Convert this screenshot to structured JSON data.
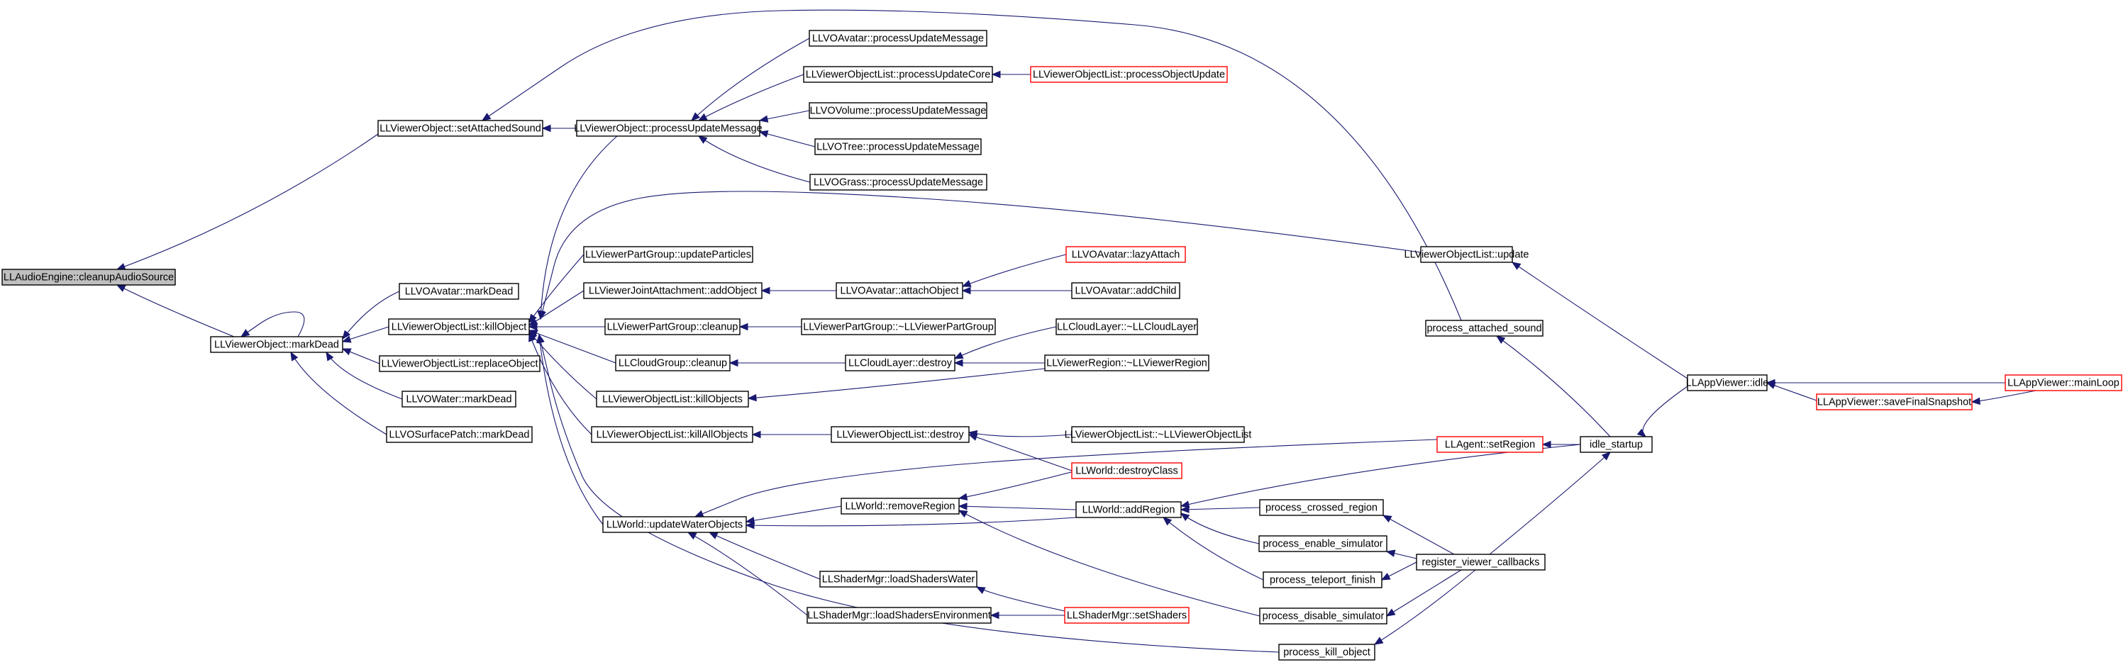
{
  "colors": {
    "node_fill": "#ffffff",
    "node_border": "#000000",
    "focus_fill": "#bfbfbf",
    "truncated_border": "#ff0000",
    "edge": "#191970",
    "background": "#ffffff"
  },
  "nodes": {
    "n0": {
      "label": "LLAudioEngine::cleanupAudioSource",
      "kind": "focus"
    },
    "n1": {
      "label": "LLViewerObject::setAttachedSound",
      "kind": "normal"
    },
    "n2": {
      "label": "LLViewerObject::processUpdateMessage",
      "kind": "normal"
    },
    "n3": {
      "label": "LLVOAvatar::processUpdateMessage",
      "kind": "normal"
    },
    "n4": {
      "label": "LLViewerObjectList::processUpdateCore",
      "kind": "normal"
    },
    "n5": {
      "label": "LLViewerObjectList::processObjectUpdate",
      "kind": "truncated"
    },
    "n6": {
      "label": "LLVOVolume::processUpdateMessage",
      "kind": "normal"
    },
    "n7": {
      "label": "LLVOTree::processUpdateMessage",
      "kind": "normal"
    },
    "n8": {
      "label": "LLVOGrass::processUpdateMessage",
      "kind": "normal"
    },
    "n9": {
      "label": "LLViewerObject::markDead",
      "kind": "normal"
    },
    "n10": {
      "label": "LLVOAvatar::markDead",
      "kind": "normal"
    },
    "n11": {
      "label": "LLViewerObjectList::killObject",
      "kind": "normal"
    },
    "n12": {
      "label": "LLViewerObjectList::replaceObject",
      "kind": "normal"
    },
    "n13": {
      "label": "LLVOWater::markDead",
      "kind": "normal"
    },
    "n14": {
      "label": "LLVOSurfacePatch::markDead",
      "kind": "normal"
    },
    "n15": {
      "label": "LLViewerPartGroup::updateParticles",
      "kind": "normal"
    },
    "n16": {
      "label": "LLViewerJointAttachment::addObject",
      "kind": "normal"
    },
    "n17": {
      "label": "LLVOAvatar::attachObject",
      "kind": "normal"
    },
    "n18": {
      "label": "LLVOAvatar::lazyAttach",
      "kind": "truncated"
    },
    "n19": {
      "label": "LLVOAvatar::addChild",
      "kind": "normal"
    },
    "n20": {
      "label": "LLViewerPartGroup::cleanup",
      "kind": "normal"
    },
    "n21": {
      "label": "LLViewerPartGroup::~LLViewerPartGroup",
      "kind": "normal"
    },
    "n22": {
      "label": "LLCloudGroup::cleanup",
      "kind": "normal"
    },
    "n23": {
      "label": "LLCloudLayer::destroy",
      "kind": "normal"
    },
    "n24": {
      "label": "LLCloudLayer::~LLCloudLayer",
      "kind": "normal"
    },
    "n25": {
      "label": "LLViewerRegion::~LLViewerRegion",
      "kind": "normal"
    },
    "n26": {
      "label": "LLViewerObjectList::killObjects",
      "kind": "normal"
    },
    "n27": {
      "label": "LLViewerObjectList::killAllObjects",
      "kind": "normal"
    },
    "n28": {
      "label": "LLViewerObjectList::destroy",
      "kind": "normal"
    },
    "n29": {
      "label": "LLViewerObjectList::~LLViewerObjectList",
      "kind": "normal"
    },
    "n30": {
      "label": "LLWorld::destroyClass",
      "kind": "truncated"
    },
    "n31": {
      "label": "LLWorld::updateWaterObjects",
      "kind": "normal"
    },
    "n32": {
      "label": "LLWorld::removeRegion",
      "kind": "normal"
    },
    "n33": {
      "label": "LLWorld::addRegion",
      "kind": "normal"
    },
    "n34": {
      "label": "LLShaderMgr::loadShadersWater",
      "kind": "normal"
    },
    "n35": {
      "label": "LLShaderMgr::loadShadersEnvironment",
      "kind": "normal"
    },
    "n36": {
      "label": "LLShaderMgr::setShaders",
      "kind": "truncated"
    },
    "n37": {
      "label": "LLViewerObjectList::update",
      "kind": "normal"
    },
    "n38": {
      "label": "process_attached_sound",
      "kind": "normal"
    },
    "n39": {
      "label": "LLAgent::setRegion",
      "kind": "truncated"
    },
    "n40": {
      "label": "idle_startup",
      "kind": "normal"
    },
    "n41": {
      "label": "LLAppViewer::idle",
      "kind": "normal"
    },
    "n42": {
      "label": "LLAppViewer::saveFinalSnapshot",
      "kind": "truncated"
    },
    "n43": {
      "label": "LLAppViewer::mainLoop",
      "kind": "truncated"
    },
    "n44": {
      "label": "process_crossed_region",
      "kind": "normal"
    },
    "n45": {
      "label": "process_enable_simulator",
      "kind": "normal"
    },
    "n46": {
      "label": "process_teleport_finish",
      "kind": "normal"
    },
    "n47": {
      "label": "process_disable_simulator",
      "kind": "normal"
    },
    "n48": {
      "label": "register_viewer_callbacks",
      "kind": "normal"
    },
    "n49": {
      "label": "process_kill_object",
      "kind": "normal"
    }
  },
  "edges": [
    {
      "from": "n1",
      "to": "n0"
    },
    {
      "from": "n9",
      "to": "n0"
    },
    {
      "from": "n2",
      "to": "n1"
    },
    {
      "from": "n38",
      "to": "n1"
    },
    {
      "from": "n3",
      "to": "n2"
    },
    {
      "from": "n4",
      "to": "n2"
    },
    {
      "from": "n6",
      "to": "n2"
    },
    {
      "from": "n7",
      "to": "n2"
    },
    {
      "from": "n8",
      "to": "n2"
    },
    {
      "from": "n5",
      "to": "n4"
    },
    {
      "from": "n9",
      "to": "n9"
    },
    {
      "from": "n10",
      "to": "n9"
    },
    {
      "from": "n11",
      "to": "n9"
    },
    {
      "from": "n12",
      "to": "n9"
    },
    {
      "from": "n13",
      "to": "n9"
    },
    {
      "from": "n14",
      "to": "n9"
    },
    {
      "from": "n2",
      "to": "n11"
    },
    {
      "from": "n37",
      "to": "n11"
    },
    {
      "from": "n15",
      "to": "n11"
    },
    {
      "from": "n16",
      "to": "n11"
    },
    {
      "from": "n20",
      "to": "n11"
    },
    {
      "from": "n22",
      "to": "n11"
    },
    {
      "from": "n26",
      "to": "n11"
    },
    {
      "from": "n27",
      "to": "n11"
    },
    {
      "from": "n31",
      "to": "n11"
    },
    {
      "from": "n49",
      "to": "n11"
    },
    {
      "from": "n17",
      "to": "n16"
    },
    {
      "from": "n18",
      "to": "n17"
    },
    {
      "from": "n19",
      "to": "n17"
    },
    {
      "from": "n21",
      "to": "n20"
    },
    {
      "from": "n23",
      "to": "n22"
    },
    {
      "from": "n24",
      "to": "n23"
    },
    {
      "from": "n25",
      "to": "n23"
    },
    {
      "from": "n25",
      "to": "n26"
    },
    {
      "from": "n28",
      "to": "n27"
    },
    {
      "from": "n29",
      "to": "n28"
    },
    {
      "from": "n30",
      "to": "n28"
    },
    {
      "from": "n30",
      "to": "n32"
    },
    {
      "from": "n39",
      "to": "n31"
    },
    {
      "from": "n32",
      "to": "n31"
    },
    {
      "from": "n33",
      "to": "n31"
    },
    {
      "from": "n34",
      "to": "n31"
    },
    {
      "from": "n35",
      "to": "n31"
    },
    {
      "from": "n33",
      "to": "n32"
    },
    {
      "from": "n47",
      "to": "n32"
    },
    {
      "from": "n40",
      "to": "n33"
    },
    {
      "from": "n44",
      "to": "n33"
    },
    {
      "from": "n45",
      "to": "n33"
    },
    {
      "from": "n46",
      "to": "n33"
    },
    {
      "from": "n36",
      "to": "n34"
    },
    {
      "from": "n36",
      "to": "n35"
    },
    {
      "from": "n41",
      "to": "n37"
    },
    {
      "from": "n40",
      "to": "n38"
    },
    {
      "from": "n40",
      "to": "n39"
    },
    {
      "from": "n48",
      "to": "n40"
    },
    {
      "from": "n41",
      "to": "n40"
    },
    {
      "from": "n42",
      "to": "n41"
    },
    {
      "from": "n43",
      "to": "n41"
    },
    {
      "from": "n43",
      "to": "n42"
    },
    {
      "from": "n48",
      "to": "n44"
    },
    {
      "from": "n48",
      "to": "n45"
    },
    {
      "from": "n48",
      "to": "n46"
    },
    {
      "from": "n48",
      "to": "n47"
    },
    {
      "from": "n48",
      "to": "n49"
    }
  ]
}
